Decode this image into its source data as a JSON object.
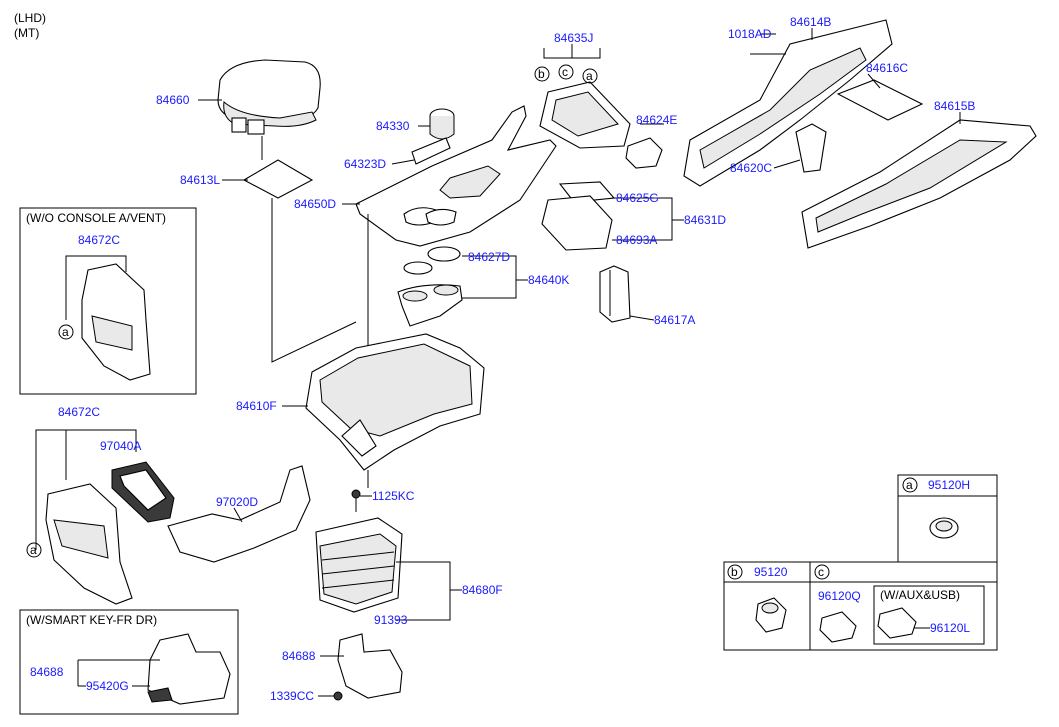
{
  "variant": {
    "line1": "(LHD)",
    "line2": "(MT)"
  },
  "parts": {
    "p84660": "84660",
    "p84330": "84330",
    "p64323D": "64323D",
    "p84613L": "84613L",
    "p84650D": "84650D",
    "p84635J": "84635J",
    "p1018AD": "1018AD",
    "p84614B": "84614B",
    "p84616C": "84616C",
    "p84615B": "84615B",
    "p84624E": "84624E",
    "p84620C": "84620C",
    "p84625G": "84625G",
    "p84631D": "84631D",
    "p84693A": "84693A",
    "p84627D": "84627D",
    "p84640K": "84640K",
    "p84617A": "84617A",
    "p84610F": "84610F",
    "p84672C_a": "84672C",
    "p84672C_b": "84672C",
    "p97040A": "97040A",
    "p97020D": "97020D",
    "p1125KC": "1125KC",
    "p84680F": "84680F",
    "p91393": "91393",
    "p84688_a": "84688",
    "p84688_b": "84688",
    "p95420G": "95420G",
    "p1339CC": "1339CC",
    "p95120H": "95120H",
    "p95120": "95120",
    "p96120Q": "96120Q",
    "p96120L": "96120L"
  },
  "callouts": {
    "a": "a",
    "b": "b",
    "c": "c"
  },
  "boxes": {
    "console_vent": "(W/O CONSOLE A/VENT)",
    "smart_key": "(W/SMART KEY-FR DR)",
    "aux_usb": "(W/AUX&USB)"
  }
}
